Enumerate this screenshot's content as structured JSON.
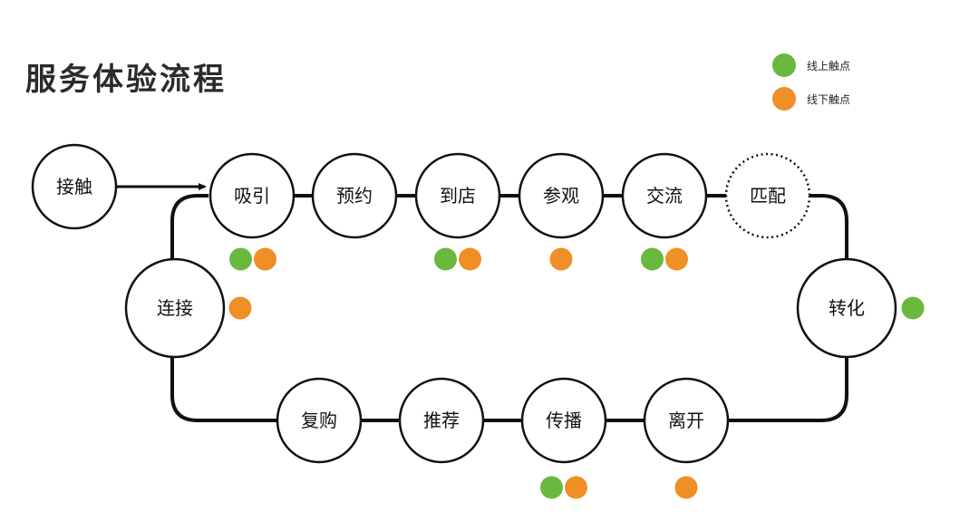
{
  "title": "服务体验流程",
  "legend": [
    {
      "label": "线上触点",
      "color": "#6ab83e"
    },
    {
      "label": "线下触点",
      "color": "#ef8f26"
    }
  ],
  "nodes": [
    {
      "id": "contact",
      "label": "接触",
      "touchpoints": []
    },
    {
      "id": "attract",
      "label": "吸引",
      "touchpoints": [
        "online",
        "offline"
      ]
    },
    {
      "id": "reserve",
      "label": "预约",
      "touchpoints": []
    },
    {
      "id": "arrive",
      "label": "到店",
      "touchpoints": [
        "online",
        "offline"
      ]
    },
    {
      "id": "visit",
      "label": "参观",
      "touchpoints": [
        "offline"
      ]
    },
    {
      "id": "communicate",
      "label": "交流",
      "touchpoints": [
        "online",
        "offline"
      ]
    },
    {
      "id": "match",
      "label": "匹配",
      "touchpoints": [],
      "style": "dotted"
    },
    {
      "id": "convert",
      "label": "转化",
      "touchpoints": [
        "online"
      ]
    },
    {
      "id": "leave",
      "label": "离开",
      "touchpoints": [
        "offline"
      ]
    },
    {
      "id": "spread",
      "label": "传播",
      "touchpoints": [
        "online",
        "offline"
      ]
    },
    {
      "id": "recommend",
      "label": "推荐",
      "touchpoints": []
    },
    {
      "id": "repurchase",
      "label": "复购",
      "touchpoints": []
    },
    {
      "id": "connect",
      "label": "连接",
      "touchpoints": [
        "offline"
      ]
    }
  ]
}
